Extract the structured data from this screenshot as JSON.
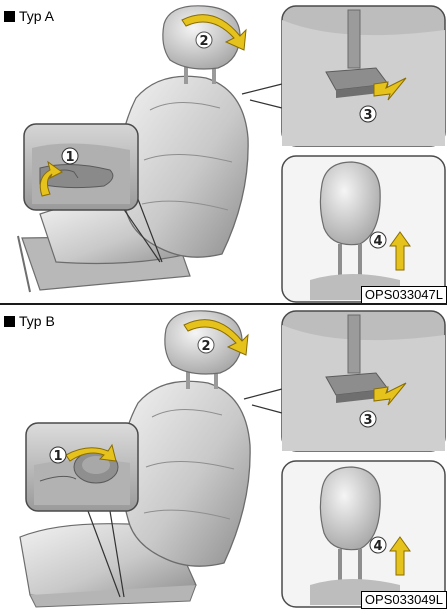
{
  "panels": [
    {
      "label": "Typ A",
      "code": "OPS033047L"
    },
    {
      "label": "Typ B",
      "code": "OPS033049L"
    }
  ],
  "steps": [
    "1",
    "2",
    "3",
    "4"
  ],
  "colors": {
    "arrow": "#e6c21c",
    "arrow_outline": "#8a6d00",
    "seat_light": "#e6e6e6",
    "seat_mid": "#bdbdbd",
    "seat_dark": "#7c7c7c",
    "inset_border": "#4a4a4a"
  },
  "icons": [
    "square-bullet-icon",
    "curved-arrow-icon",
    "push-arrow-icon",
    "up-arrow-icon"
  ]
}
